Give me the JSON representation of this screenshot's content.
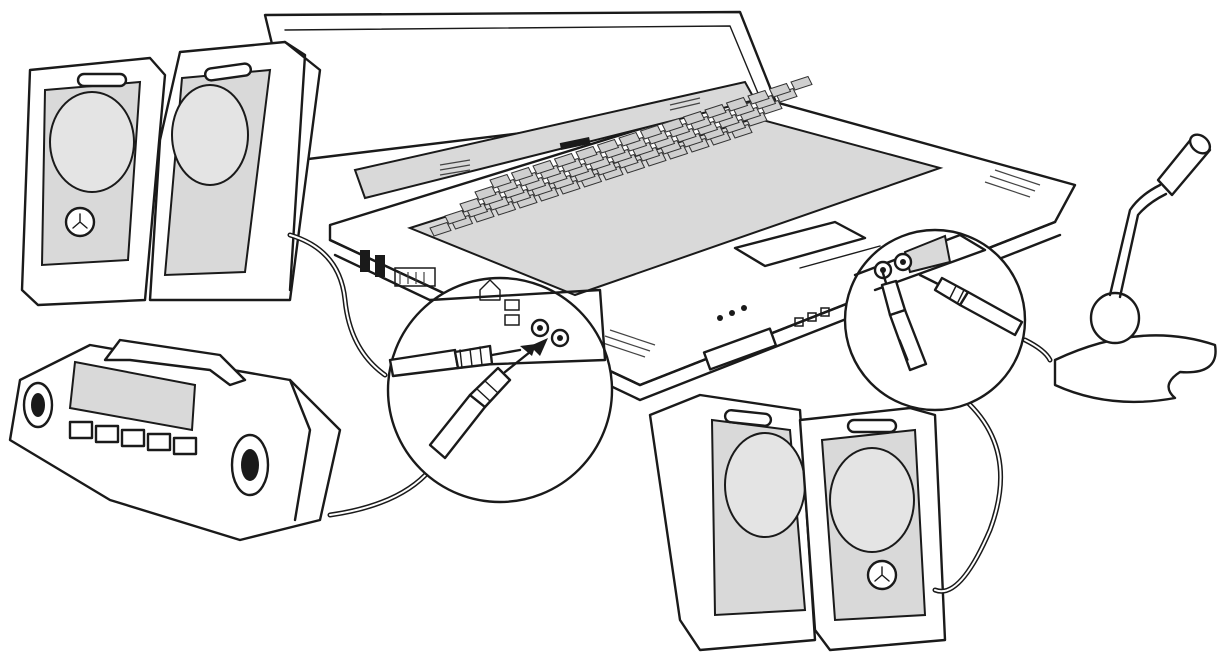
{
  "diagram": {
    "components": [
      {
        "id": "laptop",
        "icon": "laptop-icon"
      },
      {
        "id": "speakers-left",
        "icon": "speaker-pair-icon"
      },
      {
        "id": "boombox",
        "icon": "boombox-icon"
      },
      {
        "id": "speakers-right",
        "icon": "speaker-pair-icon"
      },
      {
        "id": "microphone",
        "icon": "microphone-icon"
      },
      {
        "id": "jack-zoom-left",
        "icon": "magnifier-circle-icon"
      },
      {
        "id": "jack-zoom-right",
        "icon": "magnifier-circle-icon"
      }
    ],
    "connections": [
      {
        "from": "speakers-left",
        "to": "laptop",
        "via": "jack-zoom-left"
      },
      {
        "from": "boombox",
        "to": "laptop",
        "via": "jack-zoom-left"
      },
      {
        "from": "speakers-right",
        "to": "laptop",
        "via": "jack-zoom-right"
      },
      {
        "from": "microphone",
        "to": "laptop",
        "via": "jack-zoom-right"
      }
    ],
    "colors": {
      "line": "#1a1a1a",
      "fill": "#d9d9d9",
      "background": "#ffffff"
    }
  }
}
